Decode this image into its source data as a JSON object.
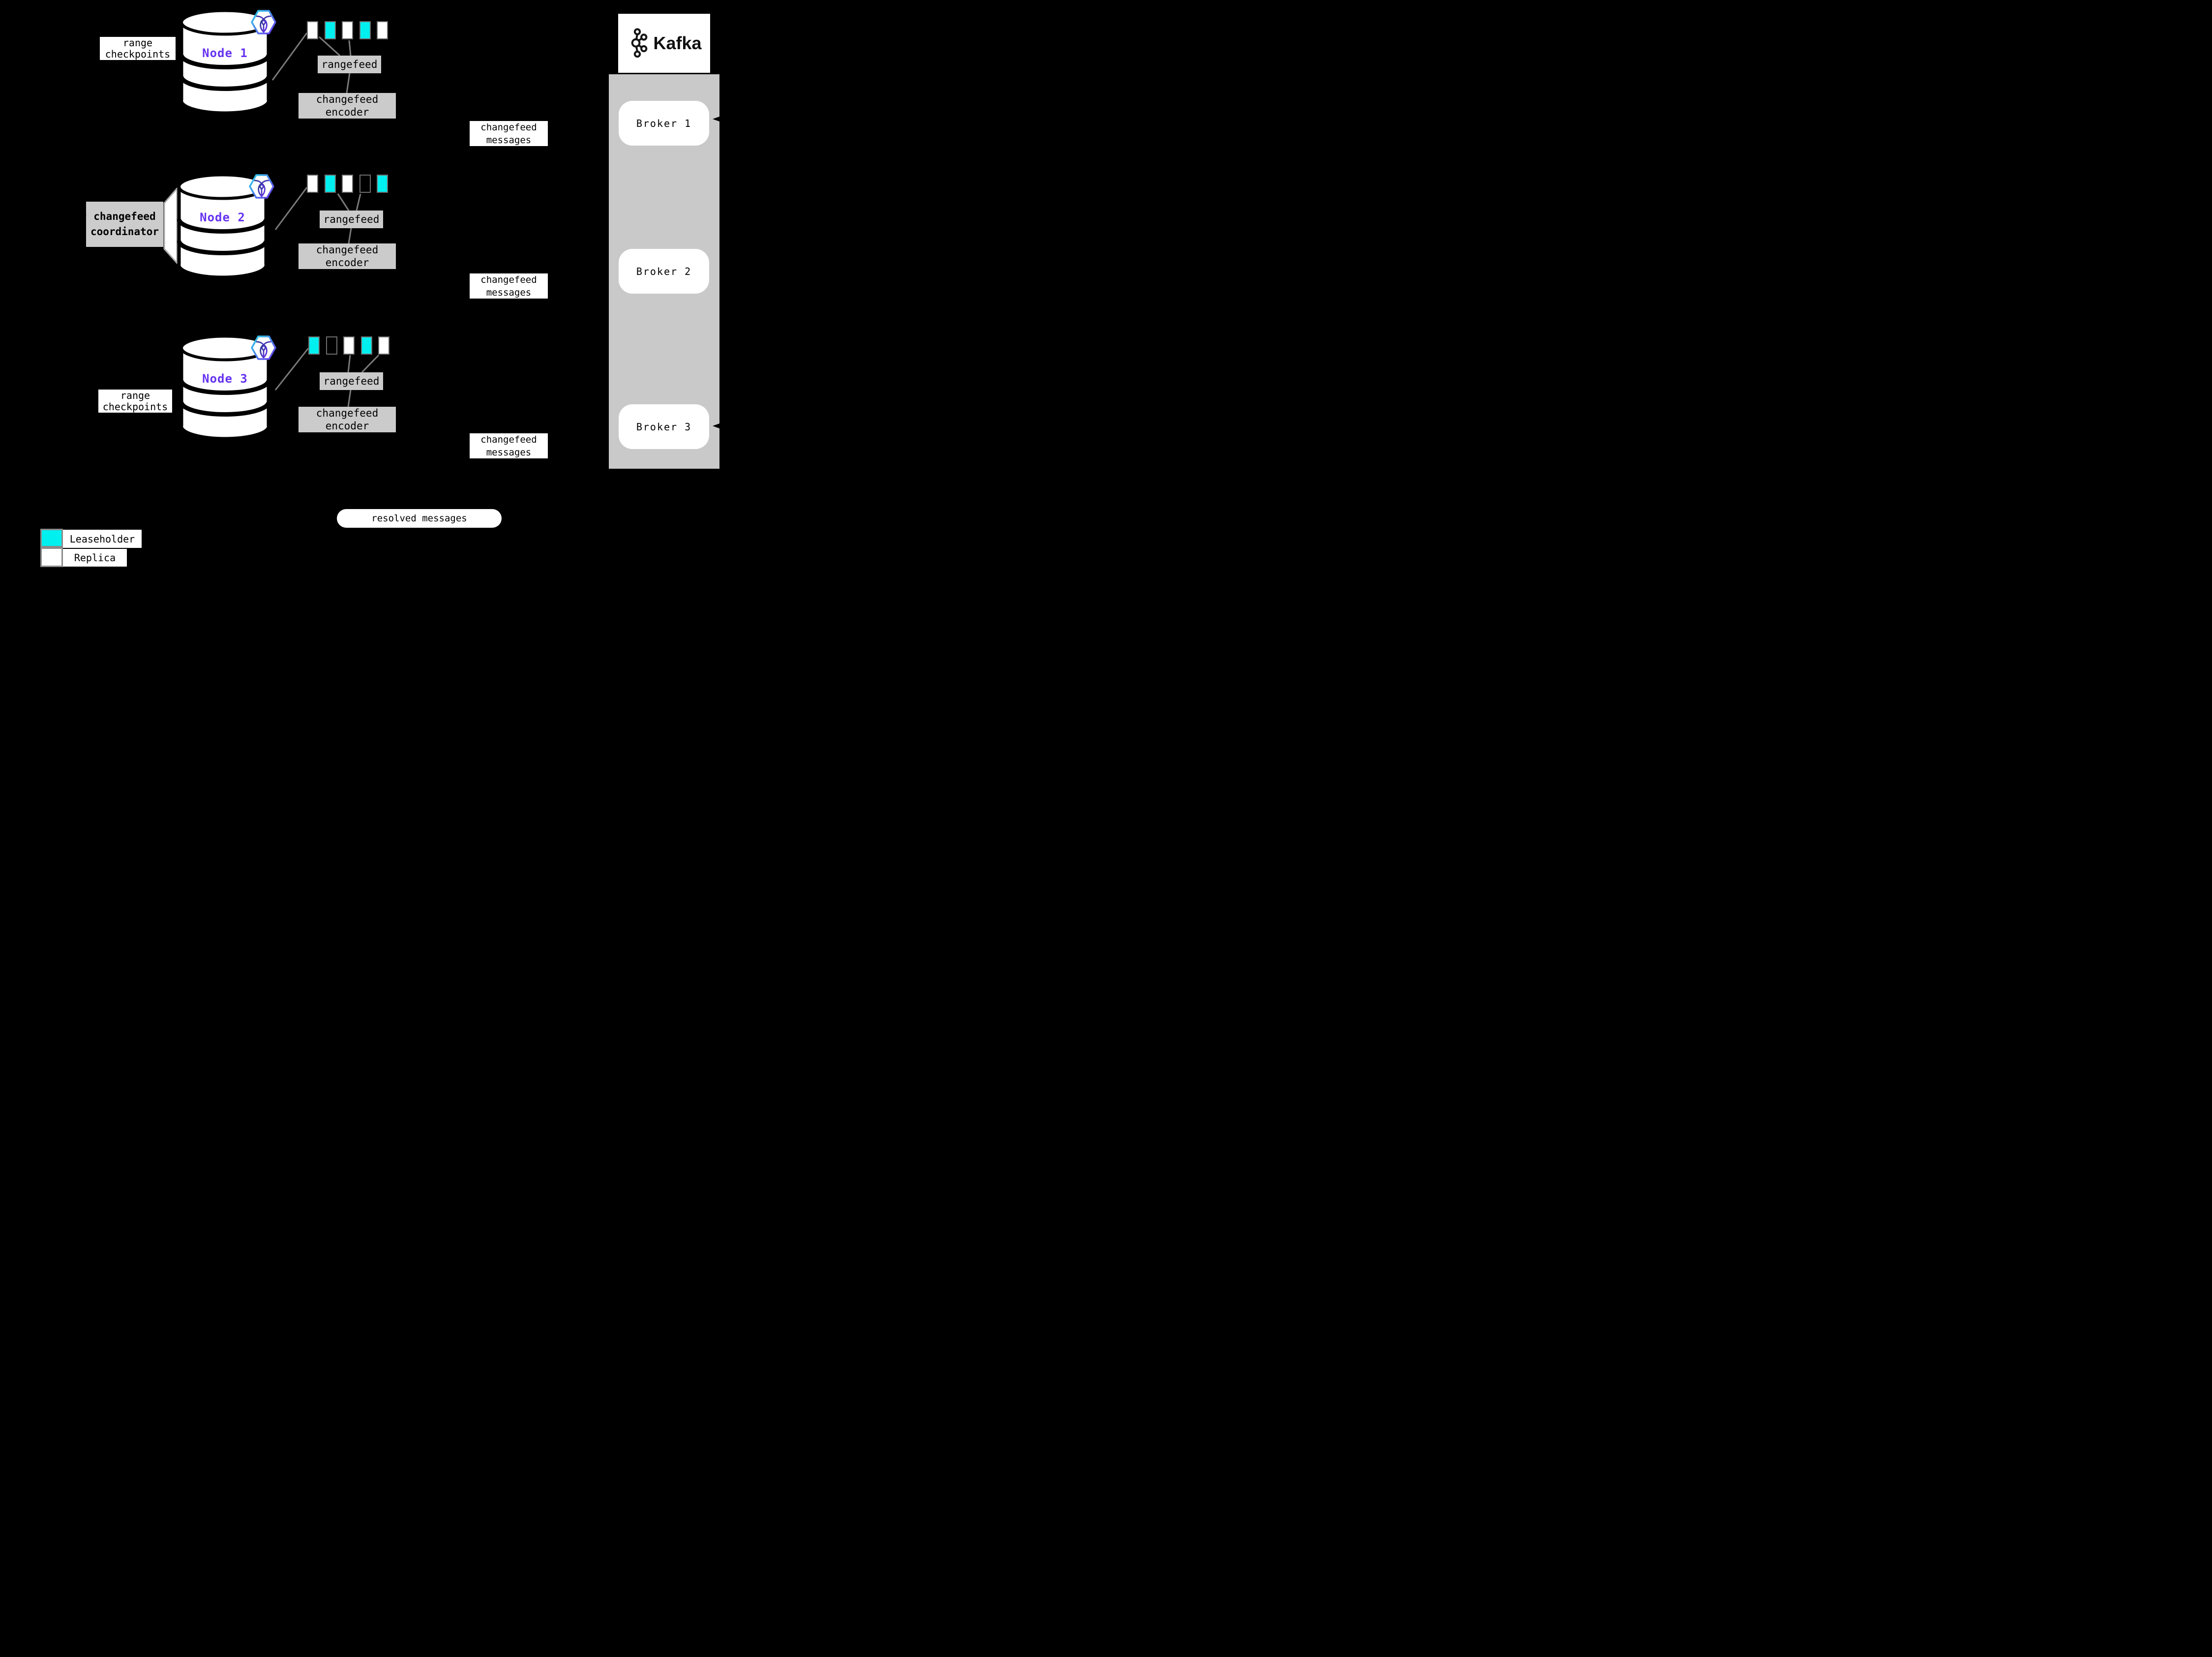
{
  "labels": {
    "range_checkpoints": "range\ncheckpoints",
    "changefeed_coordinator": "changefeed\ncoordinator",
    "rangefeed": "rangefeed",
    "changefeed_encoder": "changefeed\nencoder",
    "changefeed_messages": "changefeed\nmessages",
    "resolved_messages": "resolved messages"
  },
  "nodes": [
    {
      "label": "Node 1",
      "ranges": [
        "replica",
        "leaseholder",
        "replica",
        "leaseholder",
        "replica"
      ]
    },
    {
      "label": "Node 2",
      "ranges": [
        "replica",
        "leaseholder",
        "replica",
        "empty",
        "leaseholder"
      ]
    },
    {
      "label": "Node 3",
      "ranges": [
        "leaseholder",
        "empty",
        "replica",
        "leaseholder",
        "replica"
      ]
    }
  ],
  "kafka": {
    "brand": "Kafka",
    "brokers": [
      "Broker 1",
      "Broker 2",
      "Broker 3"
    ]
  },
  "legend": {
    "leaseholder": "Leaseholder",
    "replica": "Replica"
  },
  "colors": {
    "leaseholder": "#00efef",
    "replica": "#ffffff",
    "node_label": "#6633f0",
    "kafka_panel": "#c9c9c9",
    "process_box": "#cbcbcb",
    "connector": "#7b7b7b",
    "background": "#000000"
  }
}
